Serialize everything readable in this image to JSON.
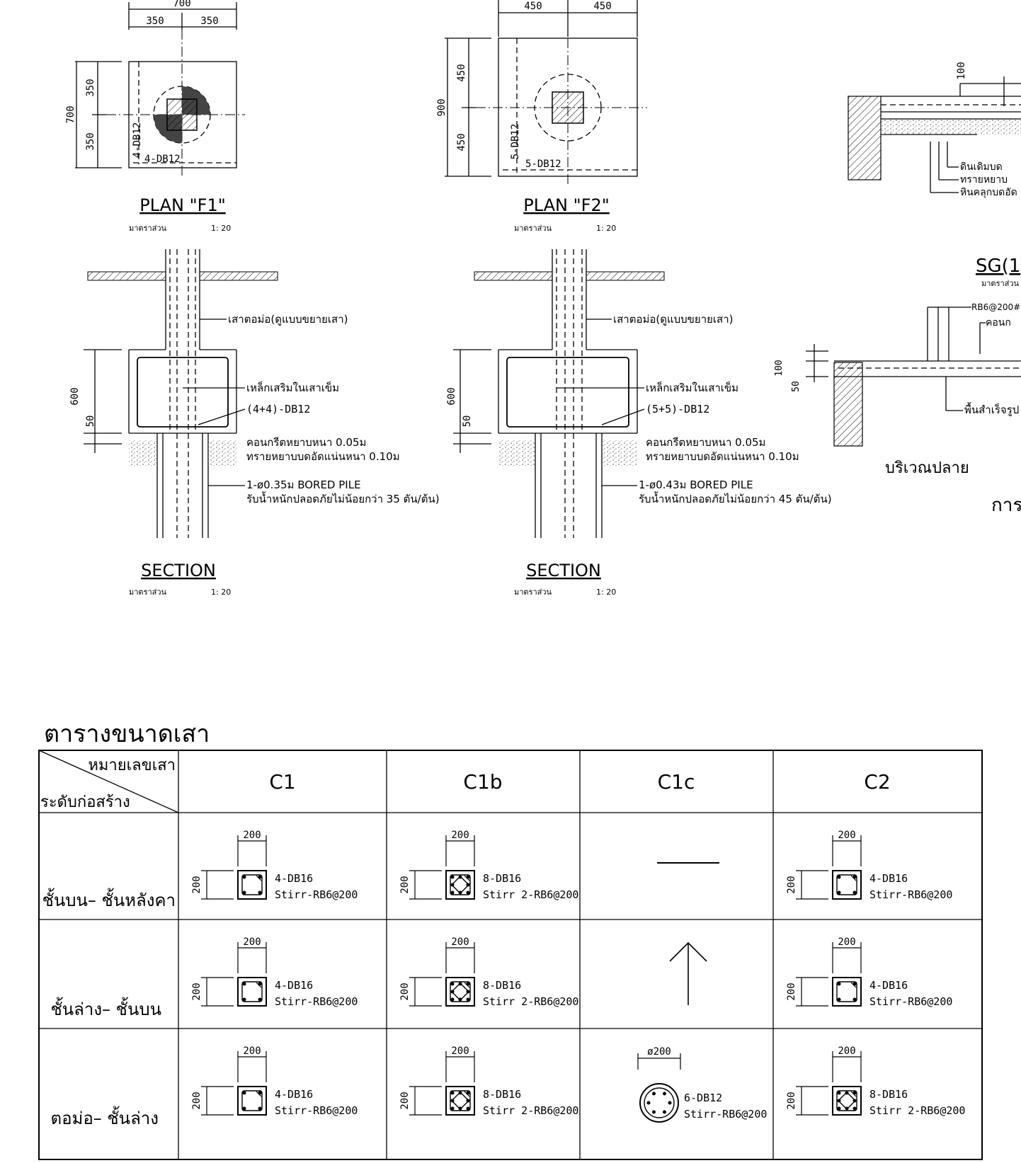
{
  "plan_f1": {
    "title": "PLAN \"F1\"",
    "scale_label": "มาตราส่วน",
    "scale": "1: 20",
    "dim_total_h": "700",
    "dim_half_l": "350",
    "dim_half_r": "350",
    "dim_total_v": "700",
    "dim_half_t": "350",
    "dim_half_b": "350",
    "rebar_v": "4-DB12",
    "rebar_h": "4-DB12"
  },
  "plan_f2": {
    "title": "PLAN \"F2\"",
    "scale_label": "มาตราส่วน",
    "scale": "1: 20",
    "dim_half_l": "450",
    "dim_half_r": "450",
    "dim_total_v": "900",
    "dim_half_t": "450",
    "dim_half_b": "450",
    "rebar_v": "5-DB12",
    "rebar_h": "5-DB12"
  },
  "section_1": {
    "title": "SECTION",
    "scale_label": "มาตราส่วน",
    "scale": "1: 20",
    "dim_h": "600",
    "dim_s": "50",
    "note_column": "เสาตอม่อ(ดูแบบขยายเสา)",
    "note_pile_rebar": "เหล็กเสริมในเสาเข็ม",
    "note_rebar": "(4+4)-DB12",
    "note_lean": "คอนกรีตหยาบหนา 0.05ม",
    "note_sand": "ทรายหยาบบดอัดแน่นหนา 0.10ม",
    "note_pile": "1-ø0.35ม  BORED PILE",
    "note_load": "รับน้ำหนักปลอดภัยไม่น้อยกว่า 35 ตัน/ต้น)"
  },
  "section_2": {
    "title": "SECTION",
    "scale_label": "มาตราส่วน",
    "scale": "1: 20",
    "dim_h": "600",
    "dim_s": "50",
    "note_column": "เสาตอม่อ(ดูแบบขยายเสา)",
    "note_pile_rebar": "เหล็กเสริมในเสาเข็ม",
    "note_rebar": "(5+5)-DB12",
    "note_lean": "คอนกรีตหยาบหนา 0.05ม",
    "note_sand": "ทรายหยาบบดอัดแน่นหนา 0.10ม",
    "note_pile": "1-ø0.43ม  BORED PILE",
    "note_load": "รับน้ำหนักปลอดภัยไม่น้อยกว่า 45 ตัน/ต้น)"
  },
  "slab_sg": {
    "dim_top": "100",
    "note_soil": "ดินเดิมบด",
    "note_sand": "ทรายหยาบ",
    "note_gravel": "หินคลุกบดอัด",
    "title": "SG(1",
    "scale_label": "มาตราส่วน"
  },
  "slab_edge": {
    "note_rebar": "RB6@200#",
    "note_concrete": "คอนก",
    "dim_a": "100",
    "dim_b": "50",
    "note_precast": "พื้นสำเร็จรูป",
    "label": "บริเวณปลาย",
    "label2": "การ"
  },
  "column_table": {
    "title": "ตารางขนาดเสา",
    "header_top": "หมายเลขเสา",
    "header_bottom": "ระดับก่อสร้าง",
    "columns": [
      "C1",
      "C1b",
      "C1c",
      "C2"
    ],
    "rows": [
      {
        "level": "ชั้นบน– ชั้นหลังคา",
        "cells": [
          {
            "dim": "200",
            "rebar": "4-DB16",
            "stirrup": "Stirr-RB6@200"
          },
          {
            "dim": "200",
            "rebar": "8-DB16",
            "stirrup": "Stirr 2-RB6@200"
          },
          {
            "dim": "",
            "rebar": "",
            "stirrup": ""
          },
          {
            "dim": "200",
            "rebar": "4-DB16",
            "stirrup": "Stirr-RB6@200"
          }
        ]
      },
      {
        "level": "ชั้นล่าง– ชั้นบน",
        "cells": [
          {
            "dim": "200",
            "rebar": "4-DB16",
            "stirrup": "Stirr-RB6@200"
          },
          {
            "dim": "200",
            "rebar": "8-DB16",
            "stirrup": "Stirr 2-RB6@200"
          },
          {
            "dim": "",
            "rebar": "",
            "stirrup": ""
          },
          {
            "dim": "200",
            "rebar": "4-DB16",
            "stirrup": "Stirr-RB6@200"
          }
        ]
      },
      {
        "level": "ตอม่อ– ชั้นล่าง",
        "cells": [
          {
            "dim": "200",
            "rebar": "4-DB16",
            "stirrup": "Stirr-RB6@200"
          },
          {
            "dim": "200",
            "rebar": "8-DB16",
            "stirrup": "Stirr 2-RB6@200"
          },
          {
            "dim": "ø200",
            "rebar": "6-DB12",
            "stirrup": "Stirr-RB6@200"
          },
          {
            "dim": "200",
            "rebar": "8-DB16",
            "stirrup": "Stirr 2-RB6@200"
          }
        ]
      }
    ]
  }
}
